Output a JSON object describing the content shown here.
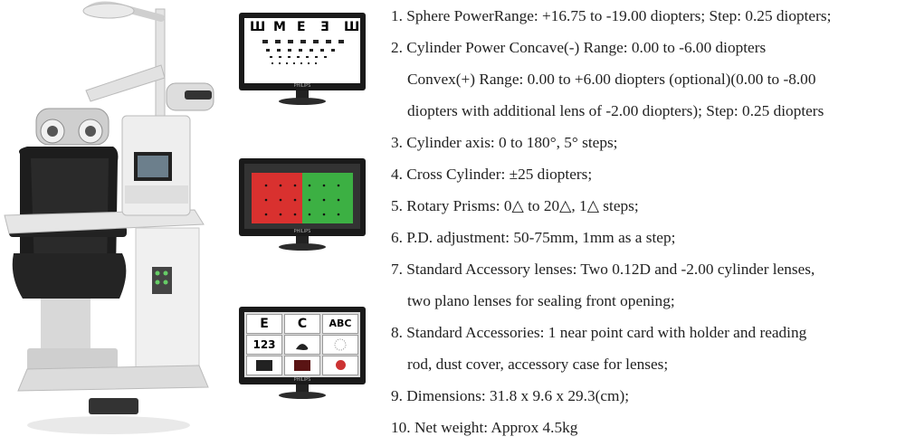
{
  "product_photo": {
    "label": "phoropter-chair-unit"
  },
  "monitors": [
    {
      "content": "E-chart",
      "letters": [
        "Ш",
        "M",
        "E",
        "Ǝ",
        "Ш"
      ],
      "brand": "PHILIPS"
    },
    {
      "content": "red-green-duochrome",
      "colors": [
        "#d9312f",
        "#3cb043"
      ],
      "brand": "PHILIPS"
    },
    {
      "content": "test-grid",
      "cells": [
        "E",
        "C",
        "ABC",
        "123",
        "",
        "",
        "",
        "",
        ""
      ],
      "brand": "PHILIPS"
    }
  ],
  "specs": [
    {
      "num": "1.",
      "text": "Sphere PowerRange: +16.75 to -19.00 diopters; Step: 0.25 diopters;"
    },
    {
      "num": "2.",
      "text": "Cylinder Power Concave(-) Range: 0.00 to -6.00 diopters",
      "cont": [
        "Convex(+) Range: 0.00 to +6.00 diopters (optional)(0.00 to -8.00",
        "diopters with additional lens of -2.00 diopters); Step: 0.25 diopters"
      ]
    },
    {
      "num": "3.",
      "text": "Cylinder axis: 0 to 180°, 5° steps;"
    },
    {
      "num": "4.",
      "text": "Cross Cylinder: ±25 diopters;"
    },
    {
      "num": "5.",
      "text": "Rotary Prisms: 0△ to 20△, 1△ steps;"
    },
    {
      "num": "6.",
      "text": "P.D. adjustment: 50-75mm, 1mm as a step;"
    },
    {
      "num": "7.",
      "text": "Standard Accessory lenses: Two 0.12D and -2.00 cylinder lenses,",
      "cont": [
        "two plano lenses for sealing front opening;"
      ]
    },
    {
      "num": "8.",
      "text": "Standard Accessories: 1 near point card with holder and reading",
      "cont": [
        "rod, dust cover, accessory case for lenses;"
      ]
    },
    {
      "num": "9.",
      "text": "Dimensions: 31.8 x 9.6 x 29.3(cm);"
    },
    {
      "num": "10.",
      "text": "Net weight: Approx 4.5kg"
    }
  ]
}
